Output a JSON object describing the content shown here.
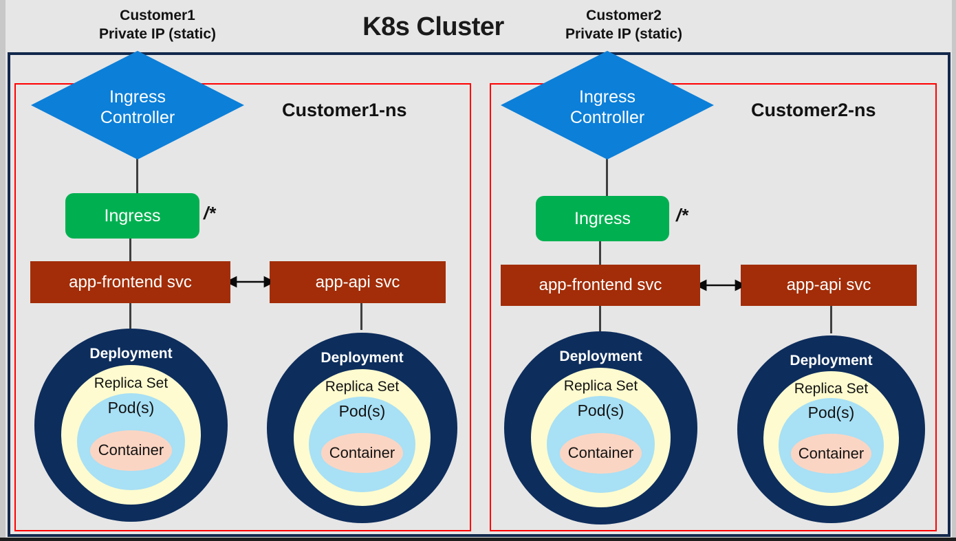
{
  "cluster": {
    "title": "K8s Cluster",
    "border_color": "#12284c",
    "background": "#e6e6e6"
  },
  "colors": {
    "ingress_controller": "#0c7fd8",
    "ingress": "#00b050",
    "service": "#a22d08",
    "deployment": "#0d2d5c",
    "replica_set": "#fdfbcf",
    "pod": "#a8e0f5",
    "container": "#fbd5c3",
    "namespace_border": "#ff0000"
  },
  "namespaces": [
    {
      "caption": "Customer1\nPrivate IP (static)",
      "caption_line1": "Customer1",
      "caption_line2": "Private IP (static)",
      "label": "Customer1-ns",
      "ingress_controller": "Ingress\nController",
      "ingress_controller_line1": "Ingress",
      "ingress_controller_line2": "Controller",
      "ingress": "Ingress",
      "path_rule": "/*",
      "services": [
        {
          "name": "app-frontend svc"
        },
        {
          "name": "app-api svc"
        }
      ],
      "deployments": [
        {
          "deployment": "Deployment",
          "replica_set": "Replica Set",
          "pod": "Pod(s)",
          "container": "Container"
        },
        {
          "deployment": "Deployment",
          "replica_set": "Replica Set",
          "pod": "Pod(s)",
          "container": "Container"
        }
      ]
    },
    {
      "caption_line1": "Customer2",
      "caption_line2": "Private IP (static)",
      "label": "Customer2-ns",
      "ingress_controller_line1": "Ingress",
      "ingress_controller_line2": "Controller",
      "ingress": "Ingress",
      "path_rule": "/*",
      "services": [
        {
          "name": "app-frontend svc"
        },
        {
          "name": "app-api svc"
        }
      ],
      "deployments": [
        {
          "deployment": "Deployment",
          "replica_set": "Replica Set",
          "pod": "Pod(s)",
          "container": "Container"
        },
        {
          "deployment": "Deployment",
          "replica_set": "Replica Set",
          "pod": "Pod(s)",
          "container": "Container"
        }
      ]
    }
  ]
}
